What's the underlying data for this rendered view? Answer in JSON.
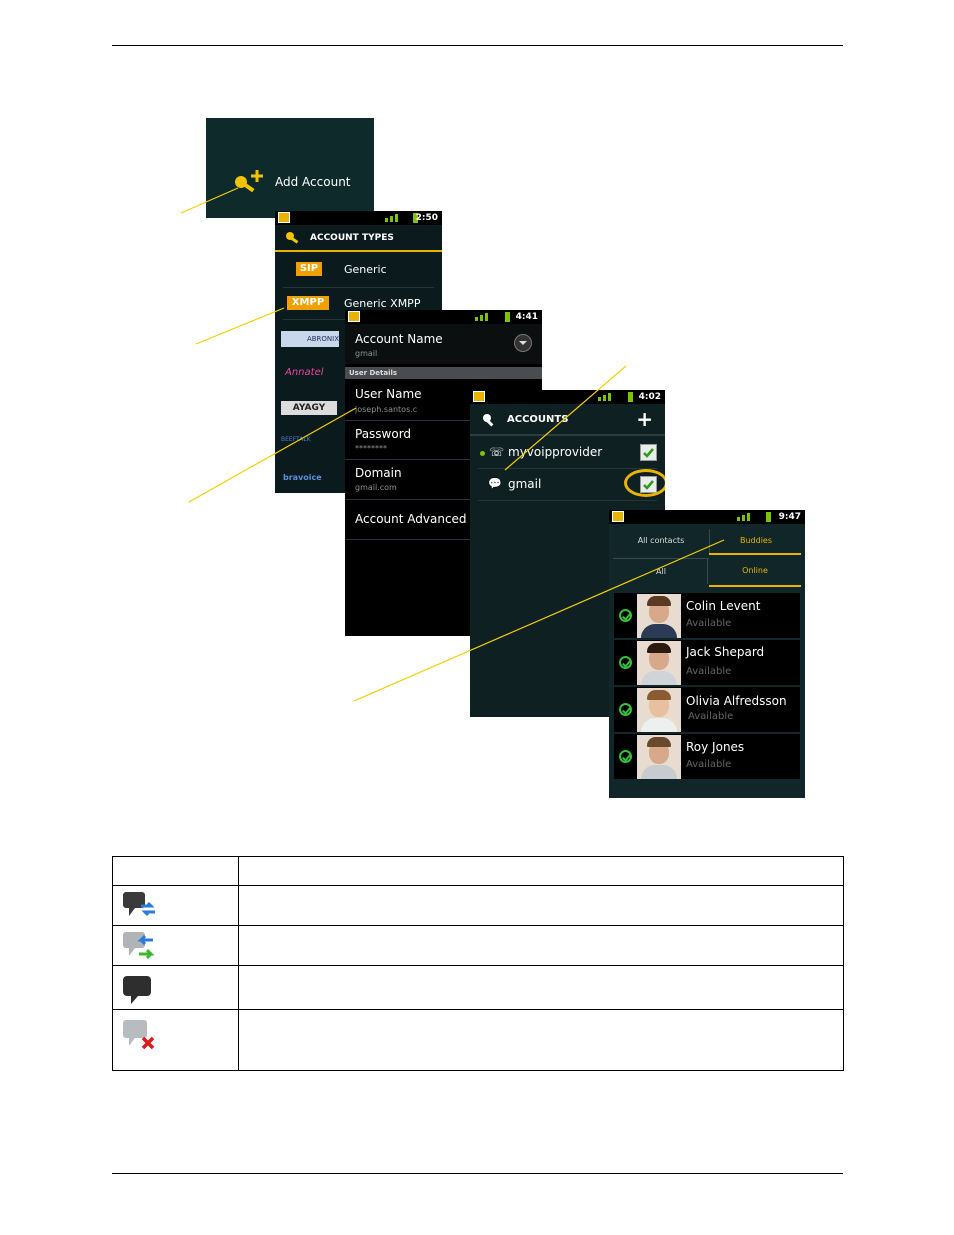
{
  "add_account": {
    "label": "Add Account"
  },
  "account_types_screen": {
    "time": "2:50",
    "title": "ACCOUNT TYPES",
    "items": [
      {
        "badge": "SIP",
        "label": "Generic"
      },
      {
        "badge": "XMPP",
        "label": "Generic XMPP"
      }
    ],
    "provider_logos": [
      "ABRONIX",
      "Annatel",
      "AYAGY",
      "BEEFTALK",
      "bravoice"
    ]
  },
  "account_form_screen": {
    "time": "4:41",
    "account_name": {
      "label": "Account Name",
      "value": "gmail"
    },
    "section_header": "User Details",
    "user_name": {
      "label": "User Name",
      "value": "joseph.santos.c"
    },
    "password": {
      "label": "Password",
      "value": "********"
    },
    "domain": {
      "label": "Domain",
      "value": "gmail.com"
    },
    "advanced": {
      "label": "Account Advanced"
    }
  },
  "accounts_screen": {
    "time": "4:02",
    "title": "ACCOUNTS",
    "add_symbol": "+",
    "accounts": [
      {
        "name": "myvoipprovider",
        "checked": true
      },
      {
        "name": "gmail",
        "checked": true
      }
    ]
  },
  "buddies_screen": {
    "time": "9:47",
    "tabs": [
      "All contacts",
      "Buddies"
    ],
    "subtabs": [
      "All",
      "Online"
    ],
    "contacts": [
      {
        "name": "Colin Levent",
        "status": "Available"
      },
      {
        "name": "Jack Shepard",
        "status": "Available"
      },
      {
        "name": "Olivia Alfredsson",
        "status": "Available"
      },
      {
        "name": "Roy Jones",
        "status": "Available"
      }
    ]
  },
  "legend_table": {
    "rows": [
      {
        "icon": "presence-transfer-blue-icon",
        "text": ""
      },
      {
        "icon": "presence-sync-arrows-icon",
        "text": ""
      },
      {
        "icon": "presence-dark-bubble-icon",
        "text": ""
      },
      {
        "icon": "presence-offline-x-icon",
        "text": ""
      }
    ]
  },
  "colors": {
    "accent_gold": "#e8b400",
    "callout_line": "#f5d000",
    "status_green": "#34c23a",
    "panel_bg": "#0b1a1c"
  }
}
